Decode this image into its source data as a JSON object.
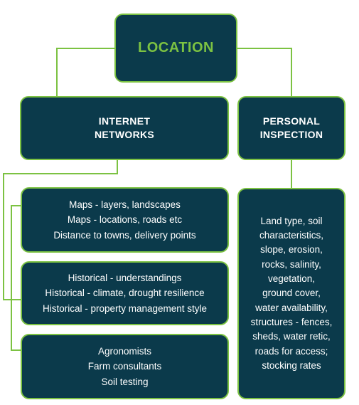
{
  "root": {
    "title": "LOCATION"
  },
  "internet": {
    "heading": [
      "INTERNET",
      "NETWORKS"
    ],
    "groups": [
      [
        "Maps - layers, landscapes",
        "Maps - locations, roads etc",
        "Distance to towns, delivery points"
      ],
      [
        "Historical - understandings",
        "Historical - climate, drought resilience",
        "Historical - property management style"
      ],
      [
        "Agronomists",
        "Farm consultants",
        "Soil testing"
      ]
    ]
  },
  "personal": {
    "heading": [
      "PERSONAL",
      "INSPECTION"
    ],
    "lines": [
      "Land type, soil",
      "characteristics,",
      "slope, erosion,",
      "rocks, salinity,",
      "vegetation,",
      "ground cover,",
      "water availability,",
      "structures - fences,",
      "sheds, water retic,",
      "roads for access;",
      "stocking rates"
    ]
  },
  "colors": {
    "box_fill": "#0b3a4b",
    "accent": "#7cc242",
    "text": "#ffffff"
  }
}
